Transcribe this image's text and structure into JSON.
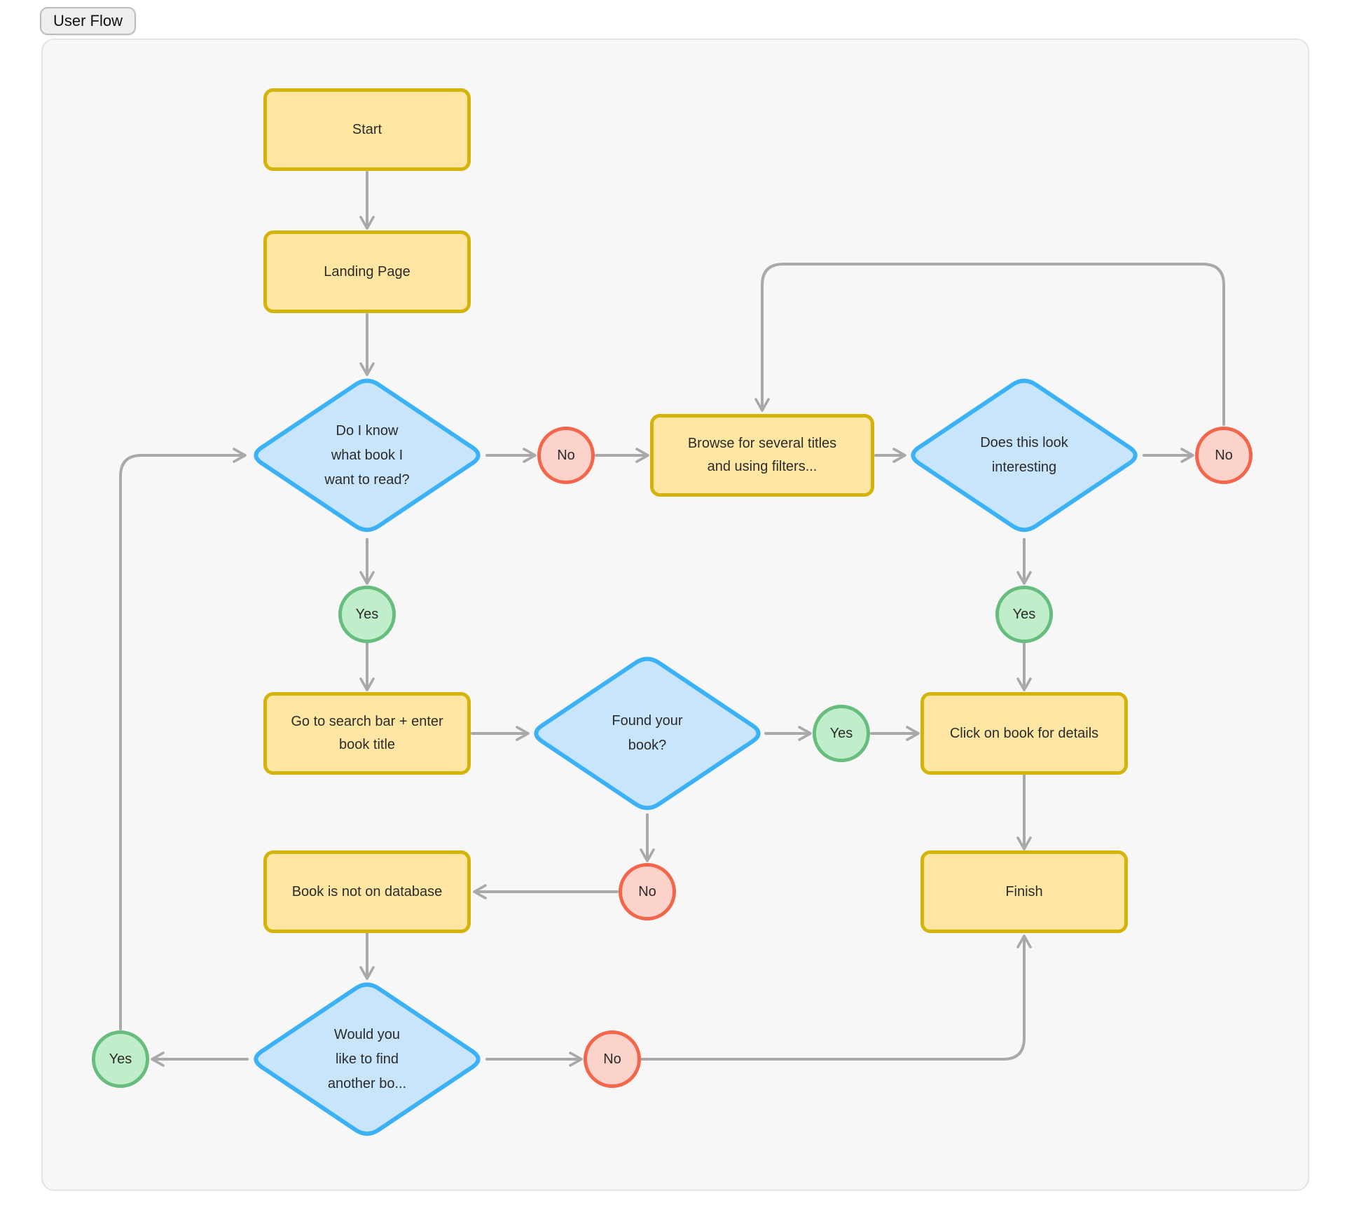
{
  "tab": {
    "label": "User Flow"
  },
  "diagram": {
    "title": "User Flow",
    "nodes": {
      "start": {
        "label": "Start",
        "type": "process"
      },
      "landing_page": {
        "label": "Landing Page",
        "type": "process"
      },
      "know_book": {
        "label": "Do I know\nwhat book I\nwant to read?",
        "type": "decision"
      },
      "no_know": {
        "label": "No",
        "type": "no-connector"
      },
      "browse_titles": {
        "label": "Browse for several titles\nand using filters...",
        "type": "process"
      },
      "looks_interesting": {
        "label": "Does this look\ninteresting",
        "type": "decision"
      },
      "no_interesting": {
        "label": "No",
        "type": "no-connector"
      },
      "yes_know": {
        "label": "Yes",
        "type": "yes-connector"
      },
      "yes_interesting": {
        "label": "Yes",
        "type": "yes-connector"
      },
      "search_bar": {
        "label": "Go to search bar + enter\nbook title",
        "type": "process"
      },
      "found_book": {
        "label": "Found your\nbook?",
        "type": "decision"
      },
      "yes_found": {
        "label": "Yes",
        "type": "yes-connector"
      },
      "click_book": {
        "label": "Click on book for details",
        "type": "process"
      },
      "finish": {
        "label": "Finish",
        "type": "process"
      },
      "no_found": {
        "label": "No",
        "type": "no-connector"
      },
      "not_on_database": {
        "label": "Book is not on database",
        "type": "process"
      },
      "another_book": {
        "label": "Would you\nlike to find\nanother bo...",
        "type": "decision"
      },
      "no_another": {
        "label": "No",
        "type": "no-connector"
      },
      "yes_another": {
        "label": "Yes",
        "type": "yes-connector"
      }
    },
    "colors": {
      "process_fill": "#FFE7A3",
      "process_border": "#D4B30B",
      "decision_fill": "#C9E5FB",
      "decision_border": "#3BB2F5",
      "yes_fill": "#C0EECB",
      "yes_border": "#67BD7E",
      "no_fill": "#FBD3CB",
      "no_border": "#F3664B",
      "edge": "#A9A9A9",
      "canvas_bg": "#F7F7F7"
    }
  }
}
